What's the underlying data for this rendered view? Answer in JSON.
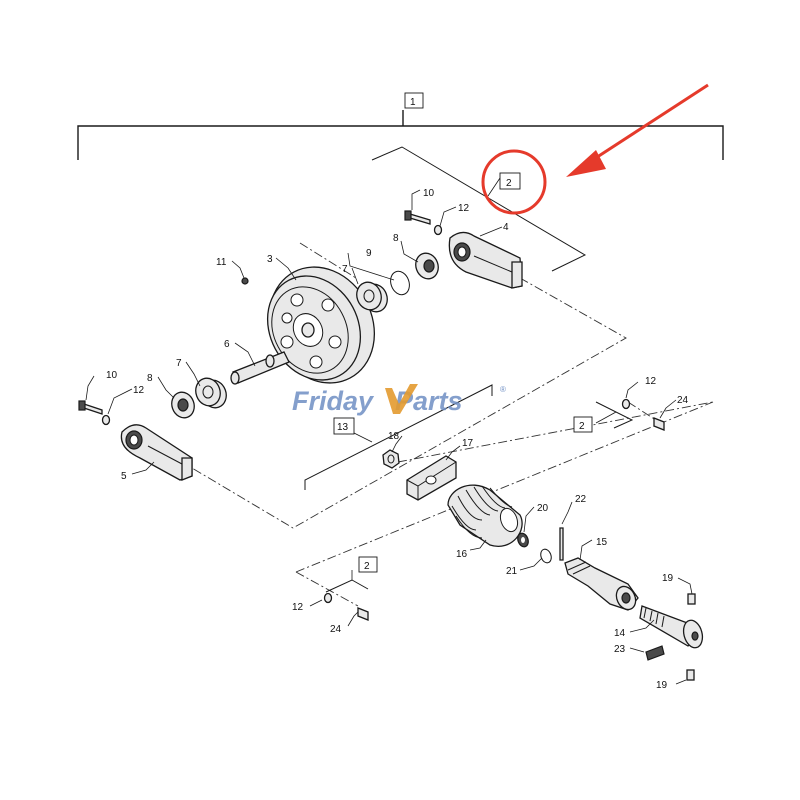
{
  "callouts": {
    "c1": "1",
    "c2_top": "2",
    "c2_right": "2",
    "c2_bottom": "2",
    "c13": "13",
    "n3": "3",
    "n4": "4",
    "n5": "5",
    "n6": "6",
    "n7a": "7",
    "n7b": "7",
    "n8a": "8",
    "n8b": "8",
    "n9": "9",
    "n10a": "10",
    "n10b": "10",
    "n11": "11",
    "n12a": "12",
    "n12b": "12",
    "n12c": "12",
    "n12d": "12",
    "n14": "14",
    "n15": "15",
    "n16": "16",
    "n17": "17",
    "n18": "18",
    "n19a": "19",
    "n19b": "19",
    "n20": "20",
    "n21": "21",
    "n22": "22",
    "n23": "23",
    "n24a": "24",
    "n24b": "24"
  },
  "watermark": {
    "part1": "Friday",
    "part2": "Parts",
    "reg": "®"
  },
  "highlight": {
    "color": "#e53a2b"
  }
}
